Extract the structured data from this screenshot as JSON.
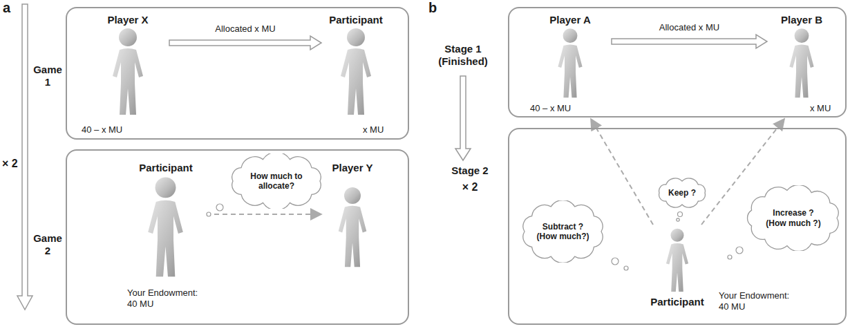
{
  "diagram": {
    "nodes": [
      {
        "text": [
          "Game 1"
        ]
      },
      {
        "text": [
          "Player X",
          "40 – x MU"
        ],
        "in": 0
      },
      {
        "text": [
          "Participant",
          "x MU"
        ],
        "in": 0
      },
      {
        "text": [
          "Game 2"
        ]
      },
      {
        "text": [
          "Participant",
          "Your Endowment: 40 MU"
        ],
        "in": 3
      },
      {
        "text": [
          "How much to allocate?"
        ],
        "in": 3
      },
      {
        "text": [
          "Player Y"
        ],
        "in": 3
      },
      {
        "text": [
          "Stage 1 (Finished)"
        ]
      },
      {
        "text": [
          "Player A",
          "40 – x MU"
        ],
        "in": 7
      },
      {
        "text": [
          "Player B",
          "x MU"
        ],
        "in": 7
      },
      {
        "text": [
          "Stage 2"
        ]
      },
      {
        "text": [
          "Subtract ? (How much?)"
        ],
        "in": 10
      },
      {
        "text": [
          "Keep ?"
        ],
        "in": 10
      },
      {
        "text": [
          "Increase ? (How much ?)"
        ],
        "in": 10
      },
      {
        "text": [
          "Participant",
          "Your Endowment: 40 MU"
        ],
        "in": 10
      }
    ],
    "edges": [
      {
        "from": 1,
        "to": 2,
        "label": "Allocated x MU",
        "arrow": "to"
      },
      {
        "from": 4,
        "to": 6,
        "arrow": "to"
      },
      {
        "from": 8,
        "to": 9,
        "label": "Allocated x MU",
        "arrow": "to"
      },
      {
        "from": 14,
        "to": 8,
        "arrow": "to"
      },
      {
        "from": 14,
        "to": 9,
        "arrow": "to"
      }
    ],
    "labels": [
      "a",
      "× 2",
      "b",
      "× 2"
    ]
  }
}
